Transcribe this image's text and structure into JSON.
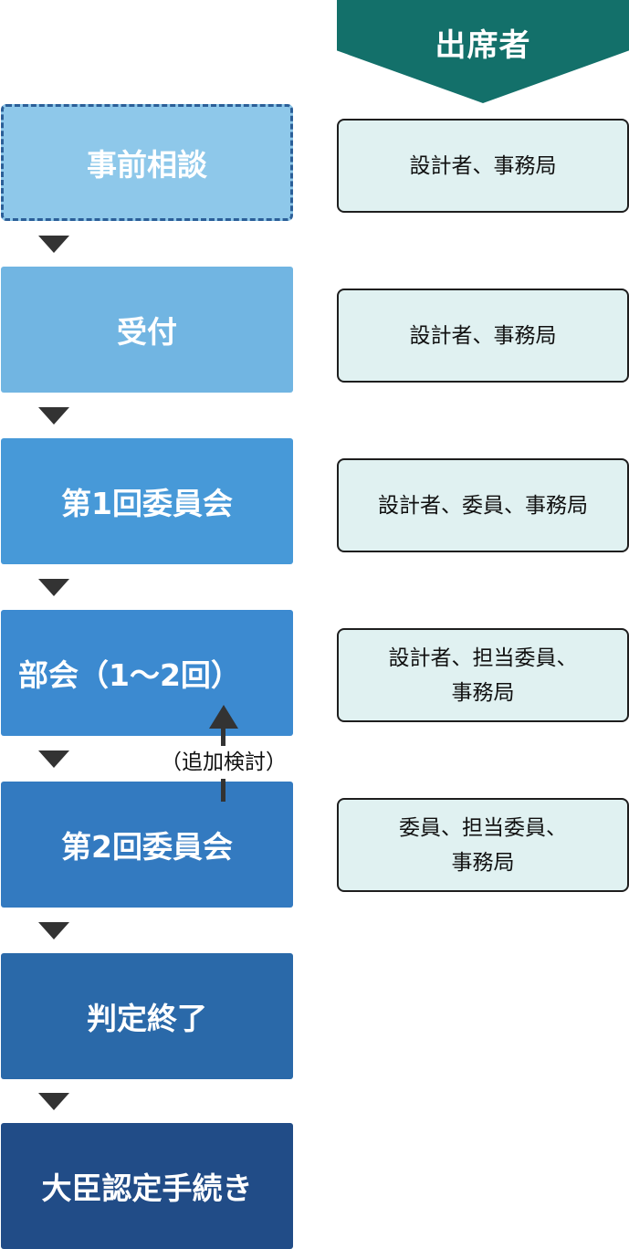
{
  "header": {
    "label": "出席者",
    "color": "#13706a"
  },
  "steps": [
    {
      "label": "事前相談",
      "color": "#8ec8ea",
      "style": "dashed"
    },
    {
      "label": "受付",
      "color": "#71b5e2"
    },
    {
      "label": "第1回委員会",
      "color": "#4799d8"
    },
    {
      "label": "部会（1〜2回）",
      "color": "#3c8ad0"
    },
    {
      "label": "第2回委員会",
      "color": "#337ac0"
    },
    {
      "label": "判定終了",
      "color": "#2a69a9"
    },
    {
      "label": "大臣認定手続き",
      "color": "#214c87"
    }
  ],
  "attendees": [
    {
      "lines": [
        "設計者、事務局"
      ]
    },
    {
      "lines": [
        "設計者、事務局"
      ]
    },
    {
      "lines": [
        "設計者、委員、事務局"
      ]
    },
    {
      "lines": [
        "設計者、担当委員、",
        "事務局"
      ]
    },
    {
      "lines": [
        "委員、担当委員、",
        "事務局"
      ]
    }
  ],
  "return_arrow": {
    "label": "（追加検討）"
  },
  "colors": {
    "attendee_bg": "#e0f1f1",
    "arrow": "#333333"
  }
}
